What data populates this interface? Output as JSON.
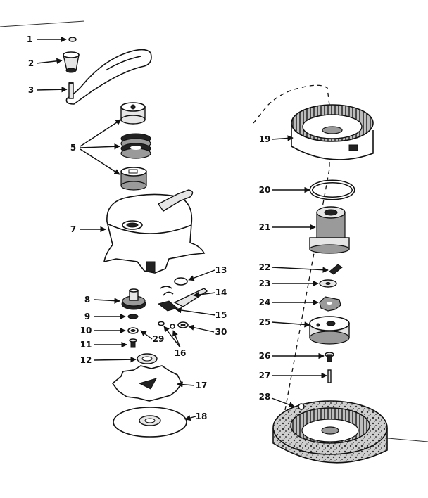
{
  "diagram": {
    "type": "exploded-parts-view",
    "labels": {
      "p1": "1",
      "p2": "2",
      "p3": "3",
      "p5": "5",
      "p7": "7",
      "p8": "8",
      "p9": "9",
      "p10": "10",
      "p11": "11",
      "p12": "12",
      "p13": "13",
      "p14": "14",
      "p15": "15",
      "p16": "16",
      "p17": "17",
      "p18": "18",
      "p19": "19",
      "p20": "20",
      "p21": "21",
      "p22": "22",
      "p23": "23",
      "p24": "24",
      "p25": "25",
      "p26": "26",
      "p27": "27",
      "p28": "28",
      "p29": "29",
      "p30": "30"
    }
  }
}
